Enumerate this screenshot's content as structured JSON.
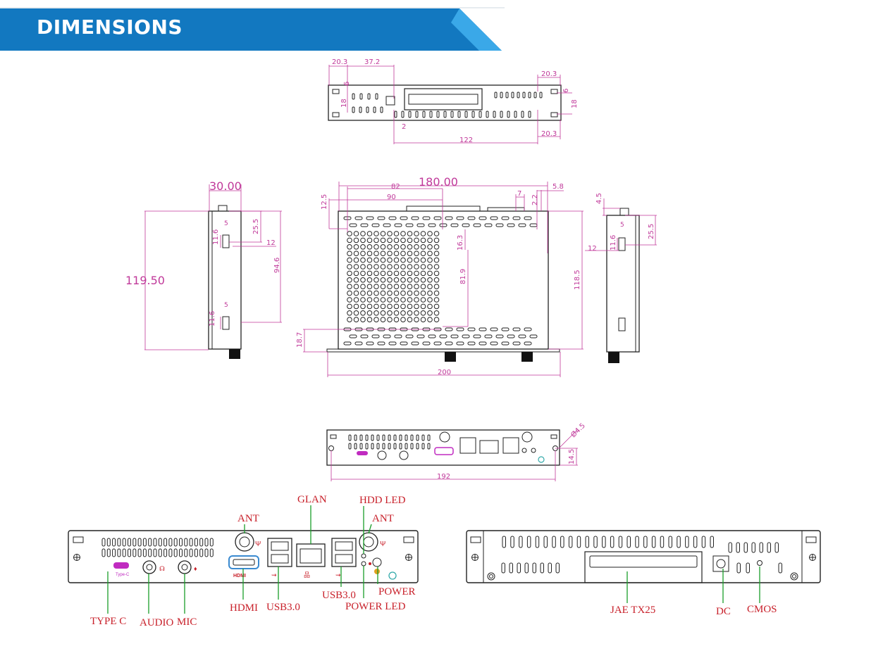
{
  "header": {
    "title": "DIMENSIONS"
  },
  "colors": {
    "banner": "#1278c0",
    "banner_accent": "#3aa8e8",
    "dimension": "#c0399a",
    "callout_text": "#c8202a",
    "callout_line": "#1a9e2a",
    "outline": "#222222"
  },
  "top_view": {
    "dims": {
      "a": "20.3",
      "b": "37.2",
      "c": "20.3",
      "d": "6",
      "e": "18",
      "f": "6",
      "g": "18",
      "h": "2",
      "i": "122",
      "j": "20.3"
    }
  },
  "side_left": {
    "dims": {
      "width": "30.00",
      "height": "119.50",
      "a": "5",
      "b": "25.5",
      "c": "11.6",
      "d": "12",
      "e": "94.6",
      "f": "5",
      "g": "11.6"
    }
  },
  "main_view": {
    "dims": {
      "width": "180.00",
      "a": "82",
      "b": "90",
      "c": "12.5",
      "d": "7",
      "e": "2.2",
      "f": "5.8",
      "g": "16.3",
      "h": "81.9",
      "i": "118.5",
      "j": "18.7",
      "k": "200"
    }
  },
  "side_right": {
    "dims": {
      "a": "4.5",
      "b": "5",
      "c": "25.5",
      "d": "12",
      "e": "11.6"
    }
  },
  "front_view": {
    "dims": {
      "a": "192",
      "b": "Ø4.5",
      "c": "14.5"
    }
  },
  "front_panel": {
    "labels": {
      "ant_left": "ANT",
      "glan": "GLAN",
      "hdd_led": "HDD LED",
      "ant_right": "ANT",
      "type_c": "TYPE C",
      "audio": "AUDIO",
      "mic": "MIC",
      "hdmi": "HDMI",
      "usb30_left": "USB3.0",
      "usb30_right": "USB3.0",
      "power_led": "POWER LED",
      "power": "POWER"
    },
    "port_marks": {
      "type_c": "Type-C",
      "hdmi": "HDMI"
    }
  },
  "rear_panel": {
    "labels": {
      "jae": "JAE TX25",
      "dc": "DC",
      "cmos": "CMOS"
    }
  }
}
